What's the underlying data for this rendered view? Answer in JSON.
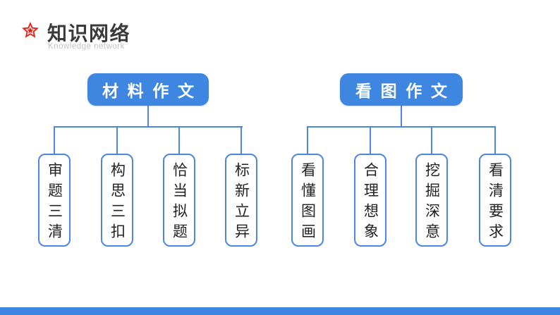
{
  "slide": {
    "title": "知识网络",
    "subtitle": "Knowledge network",
    "icon": "star-icon"
  },
  "colors": {
    "background": "#FFFFFF",
    "accent_blue": "#3E86E0",
    "connector_blue": "#4C87DF",
    "star_red": "#E2231A",
    "title_text": "#3A3A3A",
    "subtitle_text": "#C3C3C3",
    "box_text": "#222222"
  },
  "diagram": {
    "type": "tree",
    "trees": [
      {
        "root": "材料作文",
        "children": [
          "审题三清",
          "构思三扣",
          "恰当拟题",
          "标新立异"
        ]
      },
      {
        "root": "看图作文",
        "children": [
          "看懂图画",
          "合理想象",
          "挖掘深意",
          "看清要求"
        ]
      }
    ]
  }
}
